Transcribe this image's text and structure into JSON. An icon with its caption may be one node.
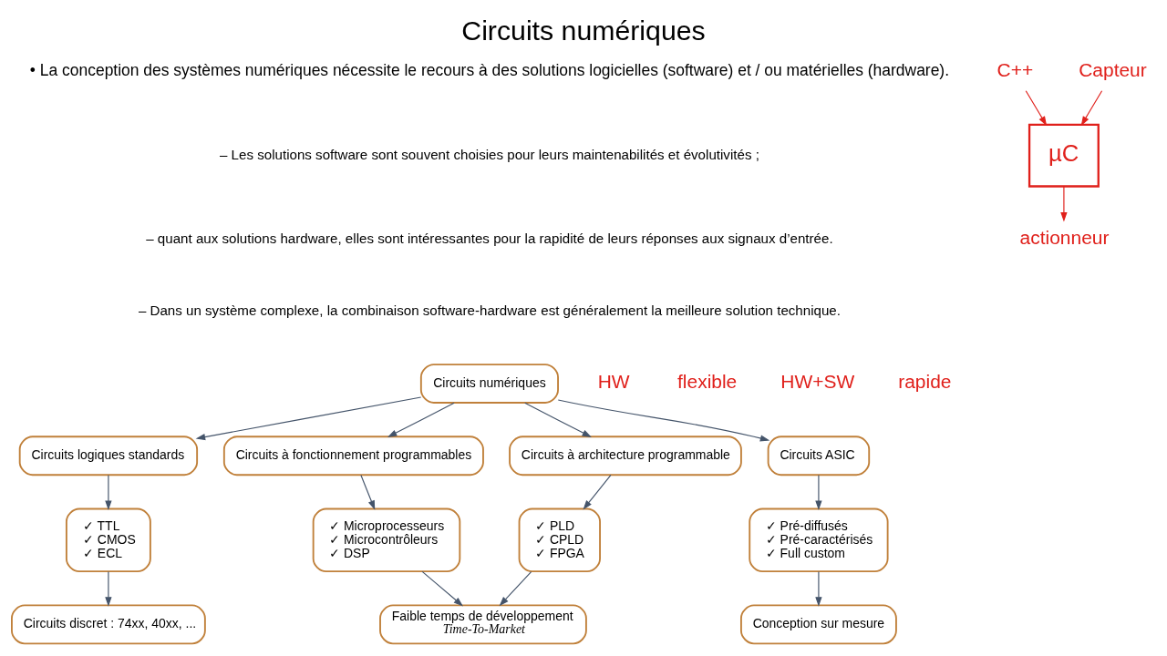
{
  "diagram": {
    "title": "Circuits numériques",
    "nodes": [
      {
        "text": [
          "Circuits numériques"
        ]
      },
      {
        "text": [
          "Circuits logiques standards"
        ]
      },
      {
        "text": [
          "Circuits à fonctionnement programmables"
        ]
      },
      {
        "text": [
          "Circuits à architecture programmable"
        ]
      },
      {
        "text": [
          "Circuits ASIC"
        ]
      },
      {
        "text": [
          "✓ TTL",
          "✓ CMOS",
          "✓ ECL"
        ]
      },
      {
        "text": [
          "✓ Microprocesseurs",
          "✓ Microcontrôleurs",
          "✓ DSP"
        ]
      },
      {
        "text": [
          "✓ PLD",
          "✓ CPLD",
          "✓ FPGA"
        ]
      },
      {
        "text": [
          "✓ Pré-diffusés",
          "✓ Pré-caractérisés",
          "✓ Full custom"
        ]
      },
      {
        "text": [
          "Circuits discret : 74xx, 40xx, ..."
        ]
      },
      {
        "text": [
          "Faible temps de développement",
          "Time-To-Market"
        ]
      },
      {
        "text": [
          "Conception sur mesure"
        ]
      },
      {
        "text": [
          "C++"
        ]
      },
      {
        "text": [
          "Capteur"
        ]
      },
      {
        "text": [
          "µC"
        ]
      },
      {
        "text": [
          "actionneur"
        ]
      }
    ],
    "edges": [
      {
        "from": 0,
        "to": 1,
        "arrow": "to"
      },
      {
        "from": 0,
        "to": 2,
        "arrow": "to"
      },
      {
        "from": 0,
        "to": 3,
        "arrow": "to"
      },
      {
        "from": 0,
        "to": 4,
        "arrow": "to"
      },
      {
        "from": 1,
        "to": 5,
        "arrow": "to"
      },
      {
        "from": 2,
        "to": 6,
        "arrow": "to"
      },
      {
        "from": 3,
        "to": 7,
        "arrow": "to"
      },
      {
        "from": 4,
        "to": 8,
        "arrow": "to"
      },
      {
        "from": 5,
        "to": 9,
        "arrow": "to"
      },
      {
        "from": 6,
        "to": 10,
        "arrow": "to"
      },
      {
        "from": 7,
        "to": 10,
        "arrow": "to"
      },
      {
        "from": 8,
        "to": 11,
        "arrow": "to"
      },
      {
        "from": 12,
        "to": 14,
        "arrow": "to",
        "color": "#e0201b"
      },
      {
        "from": 13,
        "to": 14,
        "arrow": "to",
        "color": "#e0201b"
      },
      {
        "from": 14,
        "to": 15,
        "arrow": "to",
        "color": "#e0201b"
      }
    ],
    "labels": [
      "• La conception des systèmes numériques nécessite le recours à des solutions logicielles (software) et / ou matérielles (hardware).",
      "– Les solutions software sont souvent choisies pour leurs maintenabilités et évolutivités ;",
      "– quant aux solutions hardware, elles sont intéressantes pour la rapidité de leurs réponses aux signaux d’entrée.",
      "– Dans un système complexe, la combinaison software-hardware est généralement la meilleure solution technique.",
      "HW",
      "flexible",
      "HW+SW",
      "rapide"
    ]
  }
}
